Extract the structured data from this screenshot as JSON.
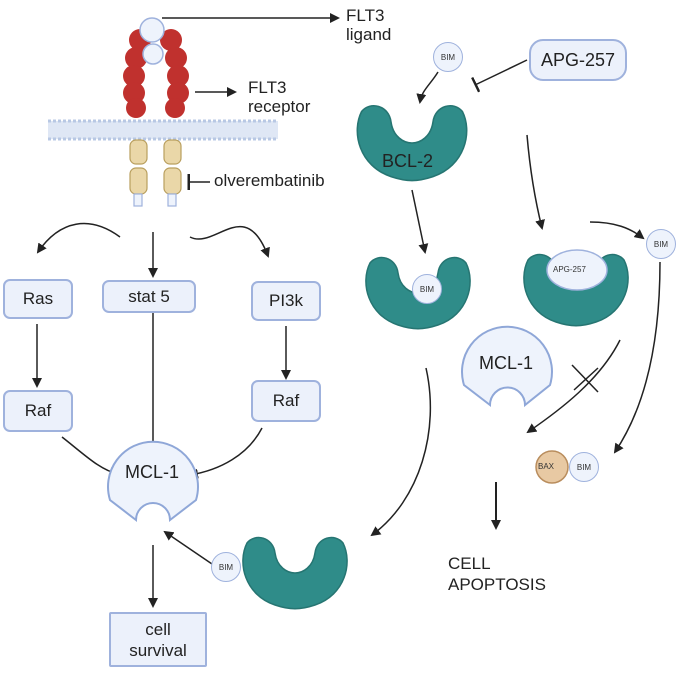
{
  "labels": {
    "flt3_ligand": "FLT3 ligand",
    "flt3_receptor": "FLT3 receptor",
    "olverembatinib": "olverembatinib",
    "apg257": "APG-257",
    "bcl2": "BCL-2",
    "bim": "BIM",
    "bax": "BAX",
    "mcl1": "MCL-1",
    "ras": "Ras",
    "stat5": "stat 5",
    "pi3k": "PI3k",
    "raf": "Raf",
    "cell_survival": "cell survival",
    "cell_apoptosis": "CELL APOPTOSIS"
  },
  "colors": {
    "receptor_red": "#c0312e",
    "protein_teal": "#2f8c89",
    "box_fill": "#ecf1fb",
    "box_border": "#9fb2dd",
    "membrane": "#c9d6ec",
    "tm_domain": "#ead7a8",
    "bax_fill": "#e8c9a3"
  }
}
